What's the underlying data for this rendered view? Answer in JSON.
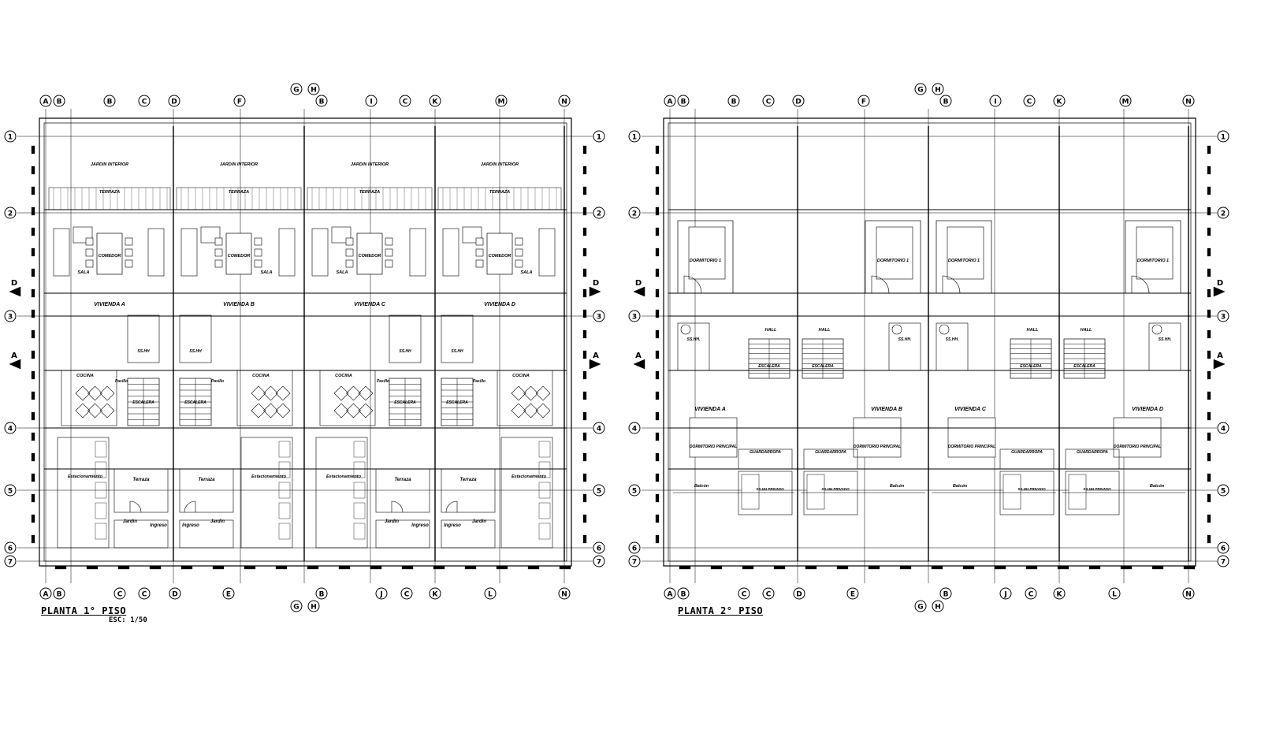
{
  "plans": [
    {
      "id": "plan-1",
      "title": "PLANTA 1° PISO",
      "scale": "ESC: 1/50",
      "top_axes": [
        "A",
        "B",
        "",
        "B",
        "C",
        "D",
        "F",
        "G",
        "H",
        "B",
        "I",
        "C",
        "K",
        "M",
        "N"
      ],
      "bottom_axes": [
        "A",
        "B",
        "C",
        "C",
        "D",
        "E",
        "G",
        "H",
        "B",
        "J",
        "C",
        "K",
        "L",
        "N"
      ],
      "row_axes": [
        "1",
        "2",
        "3",
        "4",
        "5",
        "6",
        "7"
      ],
      "section_marks": [
        "D",
        "A"
      ],
      "units": [
        {
          "terrace_top": "JARDIN INTERIOR",
          "terraza": "TERRAZA",
          "sala": "SALA",
          "comedor": "COMEDOR",
          "vivienda": "VIVIENDA A",
          "cocina": "COCINA",
          "escalera": "ESCALERA",
          "pasillo": "Pasillo",
          "sshh": "SS.HH",
          "estacionamiento": "Estacionamiento",
          "terraza_front": "Terraza",
          "jardin": "Jardin",
          "ingreso": "Ingreso"
        },
        {
          "terrace_top": "JARDIN INTERIOR",
          "terraza": "TERRAZA",
          "sala": "SALA",
          "comedor": "COMEDOR",
          "vivienda": "VIVIENDA B",
          "cocina": "COCINA",
          "escalera": "ESCALERA",
          "pasillo": "Pasillo",
          "sshh": "SS.HH",
          "estacionamiento": "Estacionamiento",
          "terraza_front": "Terraza",
          "jardin": "Jardin",
          "ingreso": "Ingreso"
        },
        {
          "terrace_top": "JARDIN INTERIOR",
          "terraza": "TERRAZA",
          "sala": "SALA",
          "comedor": "COMEDOR",
          "vivienda": "VIVIENDA C",
          "cocina": "COCINA",
          "escalera": "ESCALERA",
          "pasillo": "Pasillo",
          "sshh": "SS.HH",
          "estacionamiento": "Estacionamiento",
          "terraza_front": "Terraza",
          "jardin": "Jardin",
          "ingreso": "Ingreso"
        },
        {
          "terrace_top": "JARDIN INTERIOR",
          "terraza": "TERRAZA",
          "sala": "SALA",
          "comedor": "COMEDOR",
          "vivienda": "VIVIENDA D",
          "cocina": "COCINA",
          "escalera": "ESCALERA",
          "pasillo": "Pasillo",
          "sshh": "SS.HH",
          "estacionamiento": "Estacionamiento",
          "terraza_front": "Terraza",
          "jardin": "Jardin",
          "ingreso": "Ingreso"
        }
      ]
    },
    {
      "id": "plan-2",
      "title": "PLANTA 2° PISO",
      "scale": "",
      "top_axes": [
        "A",
        "B",
        "",
        "B",
        "C",
        "D",
        "F",
        "G",
        "H",
        "B",
        "I",
        "C",
        "K",
        "M",
        "N"
      ],
      "bottom_axes": [
        "A",
        "B",
        "C",
        "C",
        "D",
        "E",
        "G",
        "H",
        "B",
        "J",
        "C",
        "K",
        "L",
        "N"
      ],
      "row_axes": [
        "1",
        "2",
        "3",
        "4",
        "5",
        "6",
        "7"
      ],
      "section_marks": [
        "D",
        "A"
      ],
      "units": [
        {
          "dorm1": "DORMITORIO 1",
          "hall": "HALL",
          "sshh": "SS.HH.",
          "escalera": "ESCALERA",
          "vivienda": "VIVIENDA A",
          "dorm_principal": "DORMITORIO PRINCIPAL",
          "guardarropa": "GUARDARROPA",
          "balcon": "Balcón",
          "privado": "SS.HH PRIVADO"
        },
        {
          "dorm1": "DORMITORIO 1",
          "hall": "HALL",
          "sshh": "SS.HH.",
          "escalera": "ESCALERA",
          "vivienda": "VIVIENDA B",
          "dorm_principal": "DORMITORIO PRINCIPAL",
          "guardarropa": "GUARDARROPA",
          "balcon": "Balcón",
          "privado": "SS.HH PRIVADO"
        },
        {
          "dorm1": "DORMITORIO 1",
          "hall": "HALL",
          "sshh": "SS.HH.",
          "escalera": "ESCALERA",
          "vivienda": "VIVIENDA C",
          "dorm_principal": "DORMITORIO PRINCIPAL",
          "guardarropa": "GUARDARROPA",
          "balcon": "Balcón",
          "privado": "SS.HH PRIVADO"
        },
        {
          "dorm1": "DORMITORIO 1",
          "hall": "HALL",
          "sshh": "SS.HH.",
          "escalera": "ESCALERA",
          "vivienda": "VIVIENDA D",
          "dorm_principal": "DORMITORIO PRINCIPAL",
          "guardarropa": "GUARDARROPA",
          "balcon": "Balcón",
          "privado": "SS.HH PRIVADO"
        }
      ]
    }
  ]
}
